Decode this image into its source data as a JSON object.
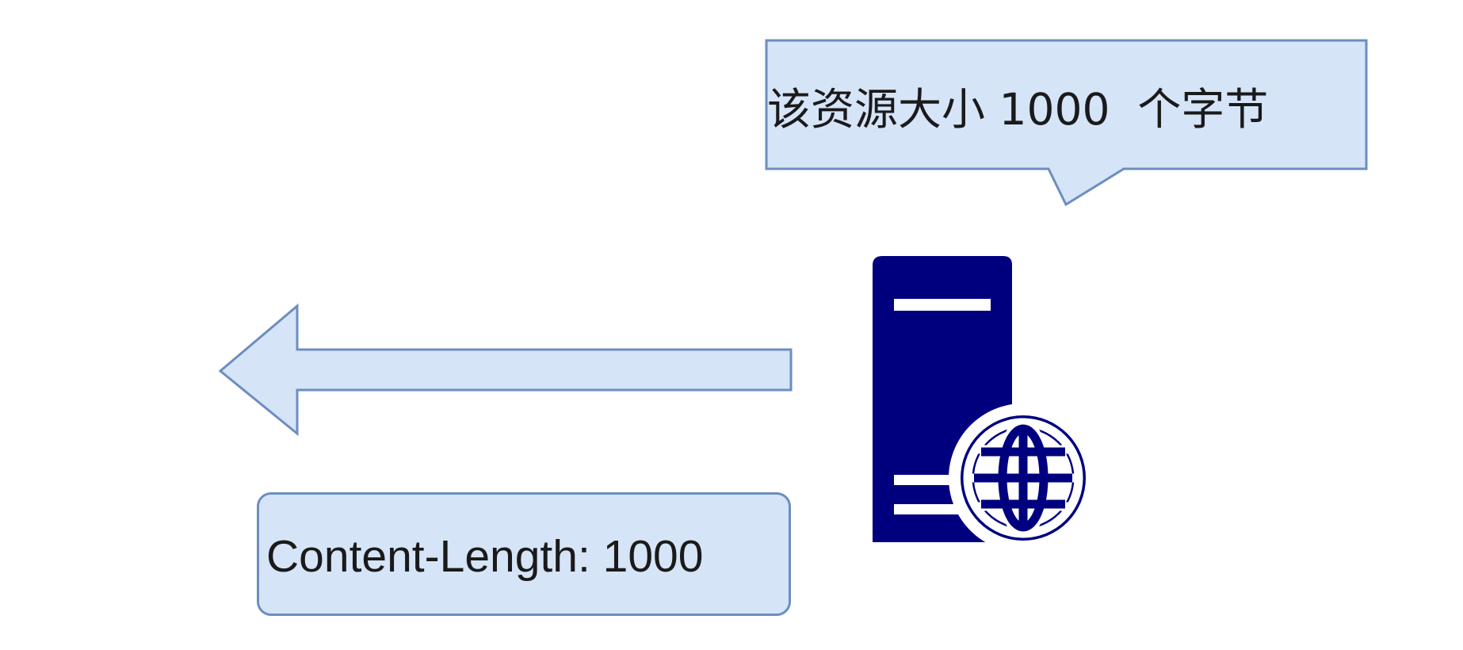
{
  "callout": {
    "text": "该资源大小 1000  个字节"
  },
  "header_box": {
    "text": "Content-Length: 1000"
  },
  "server": {
    "icon": "web-server-icon"
  },
  "arrow": {
    "direction": "left"
  },
  "colors": {
    "shape_fill": "#d6e4f8",
    "shape_stroke": "#6c8ebf",
    "server_fill": "#00007f",
    "background": "#ffffff"
  }
}
